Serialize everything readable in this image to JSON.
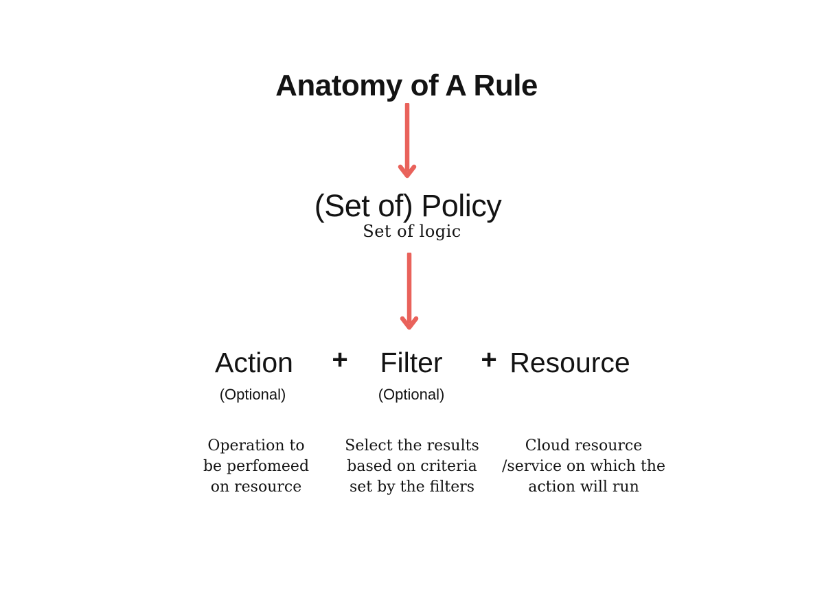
{
  "colors": {
    "background": "#ffffff",
    "text": "#131313",
    "arrow": "#e9625b"
  },
  "title": "Anatomy of A Rule",
  "policy": {
    "label": "(Set of) Policy",
    "sublabel": "Set of logic"
  },
  "formula": {
    "plus": "+",
    "action": {
      "label": "Action",
      "optional": "(Optional)",
      "description": "Operation to\nbe perfomeed\non resource"
    },
    "filter": {
      "label": "Filter",
      "optional": "(Optional)",
      "description": "Select the results\nbased on criteria\nset by the filters"
    },
    "resource": {
      "label": "Resource",
      "description": "Cloud resource\n/service on which the\naction will run"
    }
  }
}
